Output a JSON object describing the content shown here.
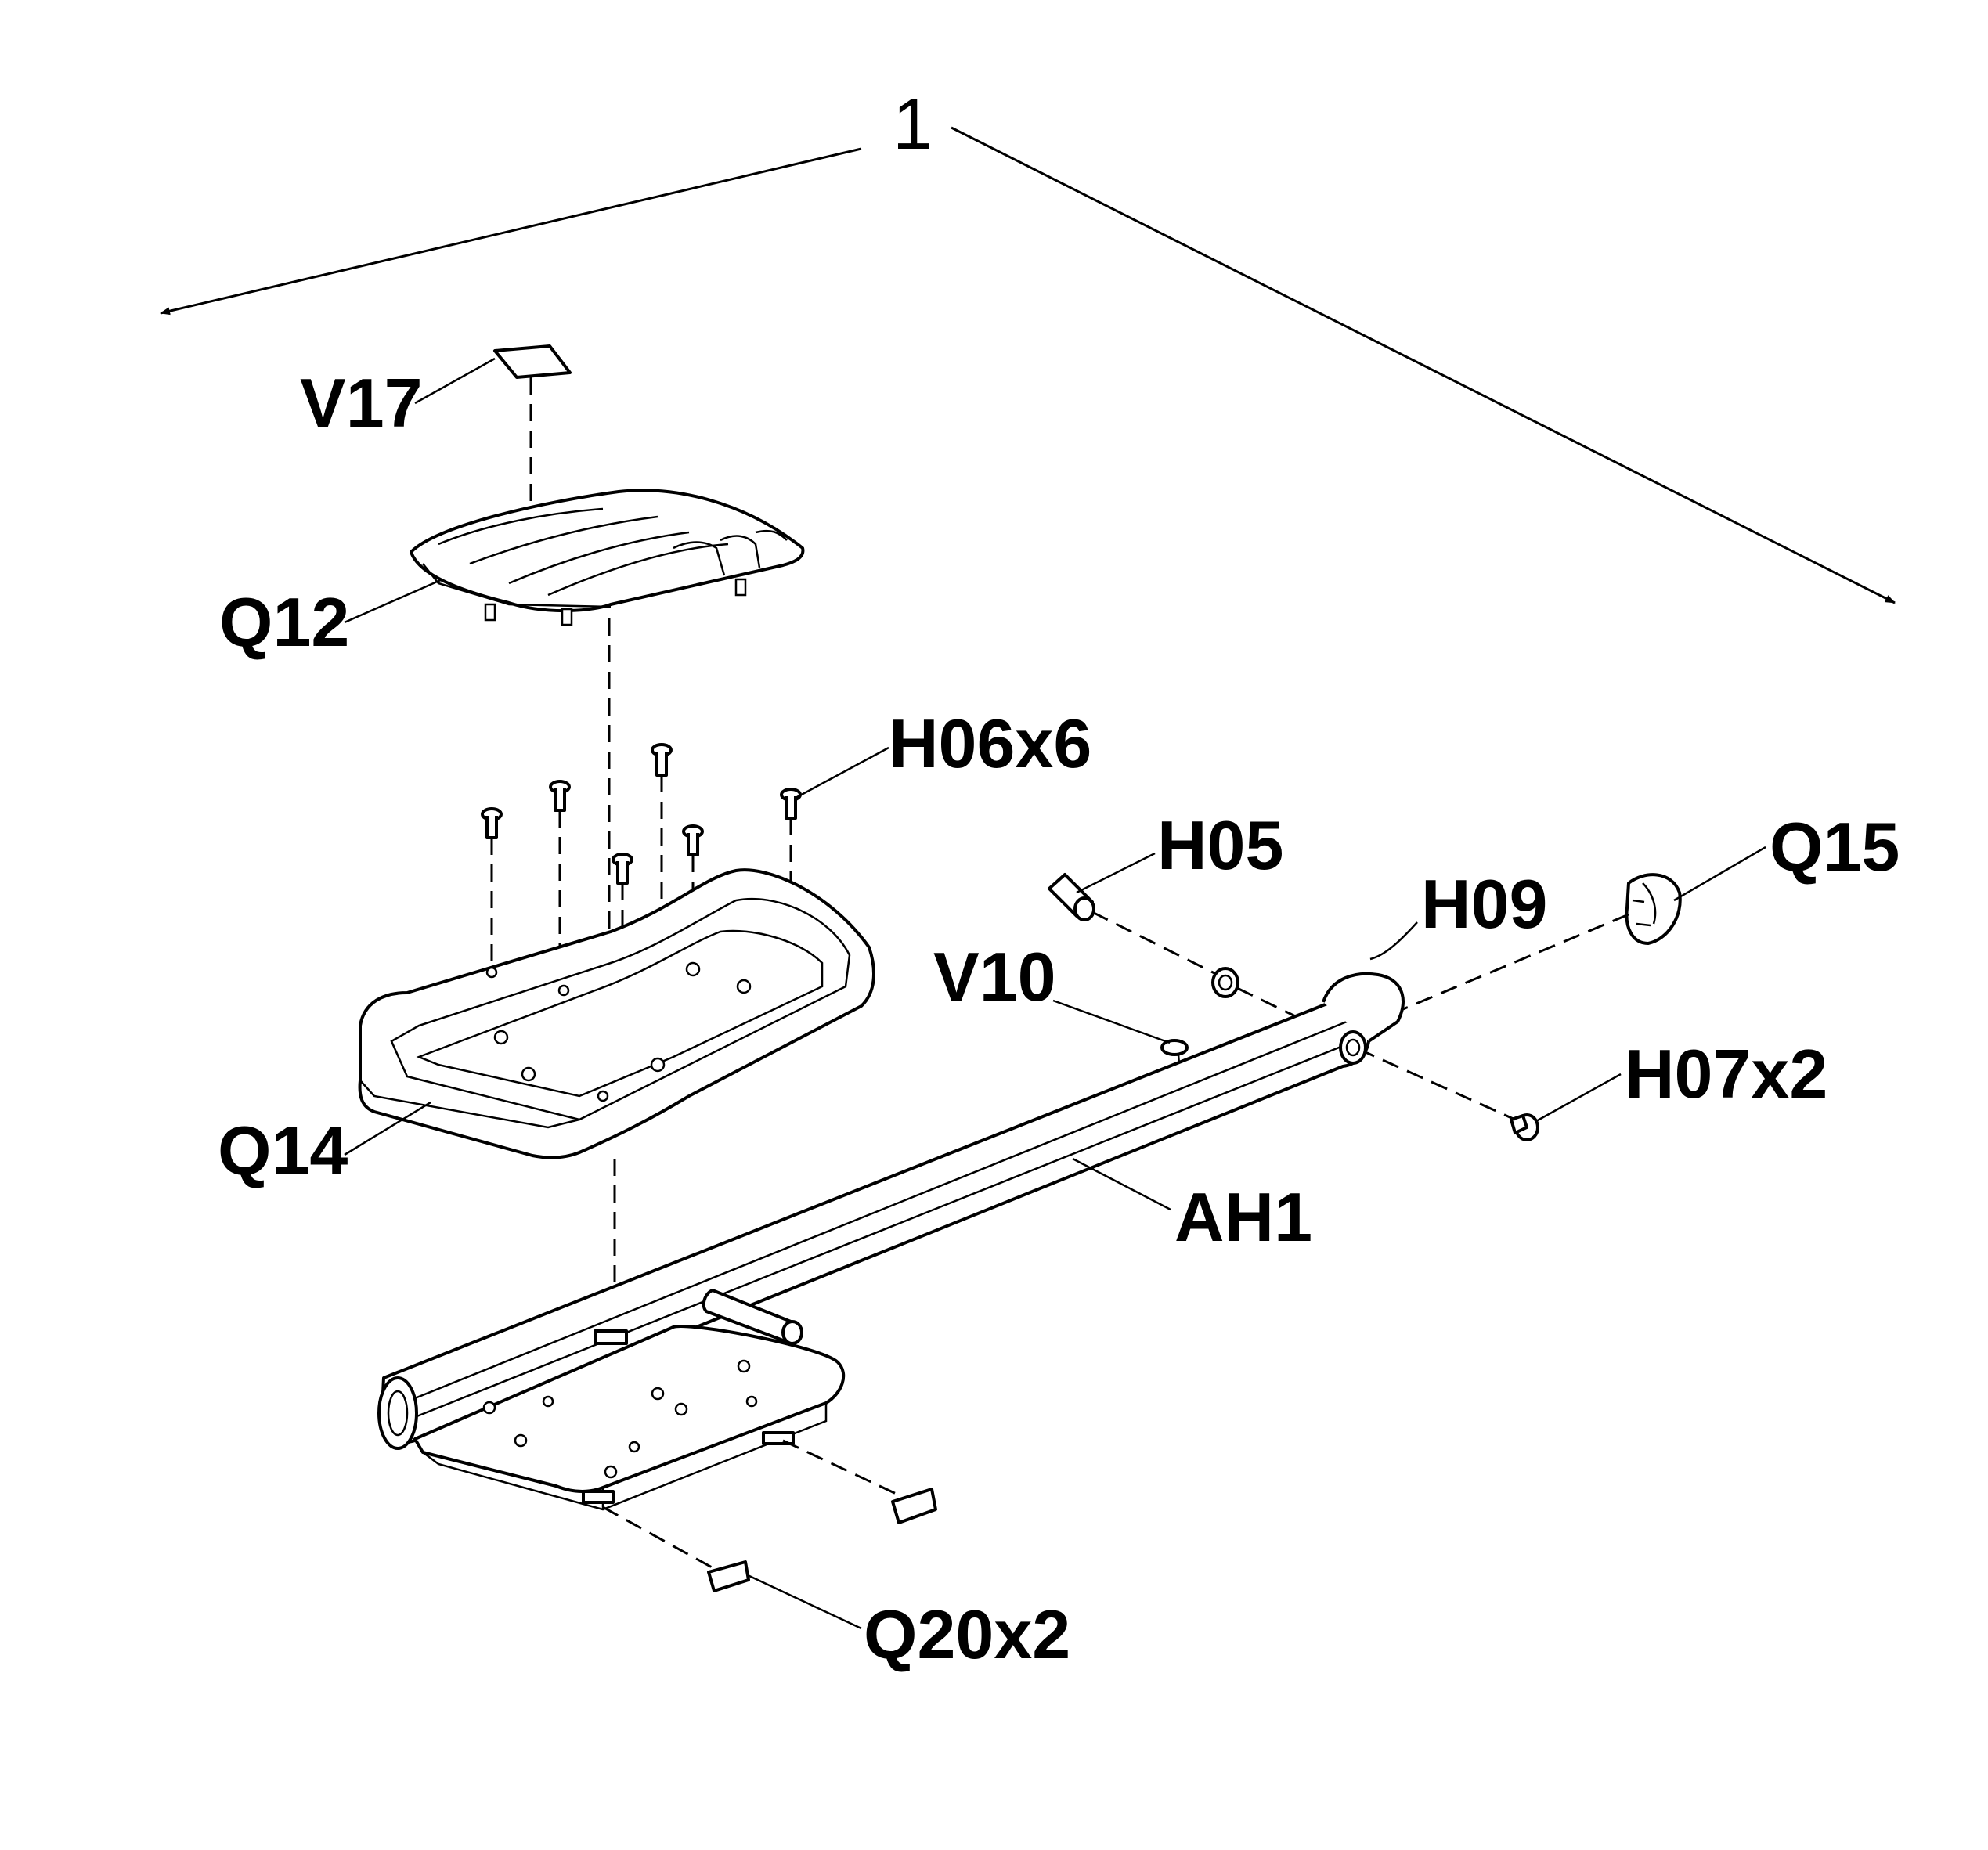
{
  "assembly_label": "1",
  "labels": {
    "v17": "V17",
    "q12": "Q12",
    "h06": "H06x6",
    "h05": "H05",
    "q15": "Q15",
    "h09": "H09",
    "v10": "V10",
    "h07": "H07x2",
    "q14": "Q14",
    "ah1": "AH1",
    "q20": "Q20x2"
  },
  "icons": {
    "screw": "screw-icon",
    "pin": "pin-icon",
    "bushing": "bushing-icon",
    "end-cap": "end-cap-icon"
  }
}
